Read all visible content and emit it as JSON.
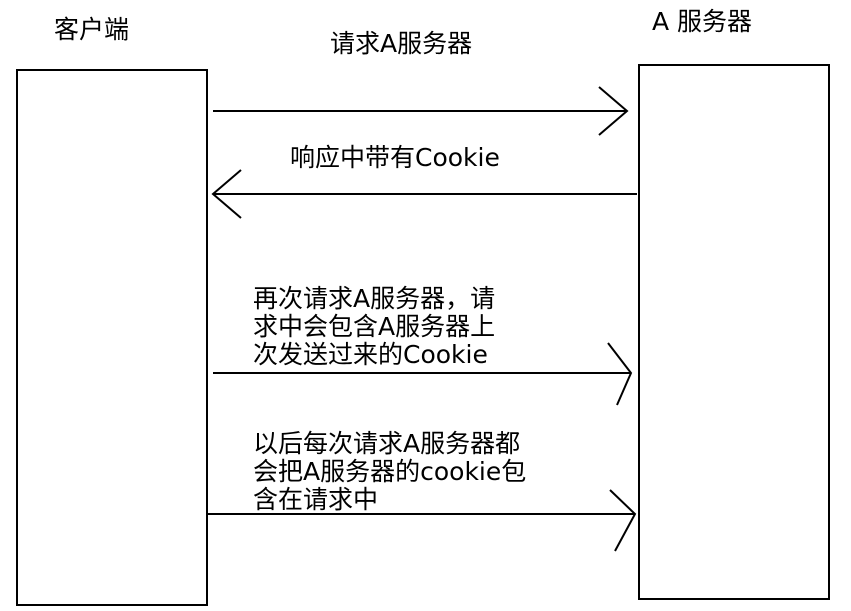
{
  "participants": {
    "client": "客户端",
    "server": "A 服务器"
  },
  "messages": [
    {
      "direction": "right",
      "lines": [
        "请求A服务器"
      ]
    },
    {
      "direction": "left",
      "lines": [
        "响应中带有Cookie"
      ]
    },
    {
      "direction": "right",
      "lines": [
        "再次请求A服务器，请",
        "求中会包含A服务器上",
        "次发送过来的Cookie"
      ]
    },
    {
      "direction": "right",
      "lines": [
        "以后每次请求A服务器都",
        "会把A服务器的cookie包",
        "含在请求中"
      ]
    }
  ],
  "colors": {
    "background": "#ffffff",
    "stroke": "#000000"
  }
}
